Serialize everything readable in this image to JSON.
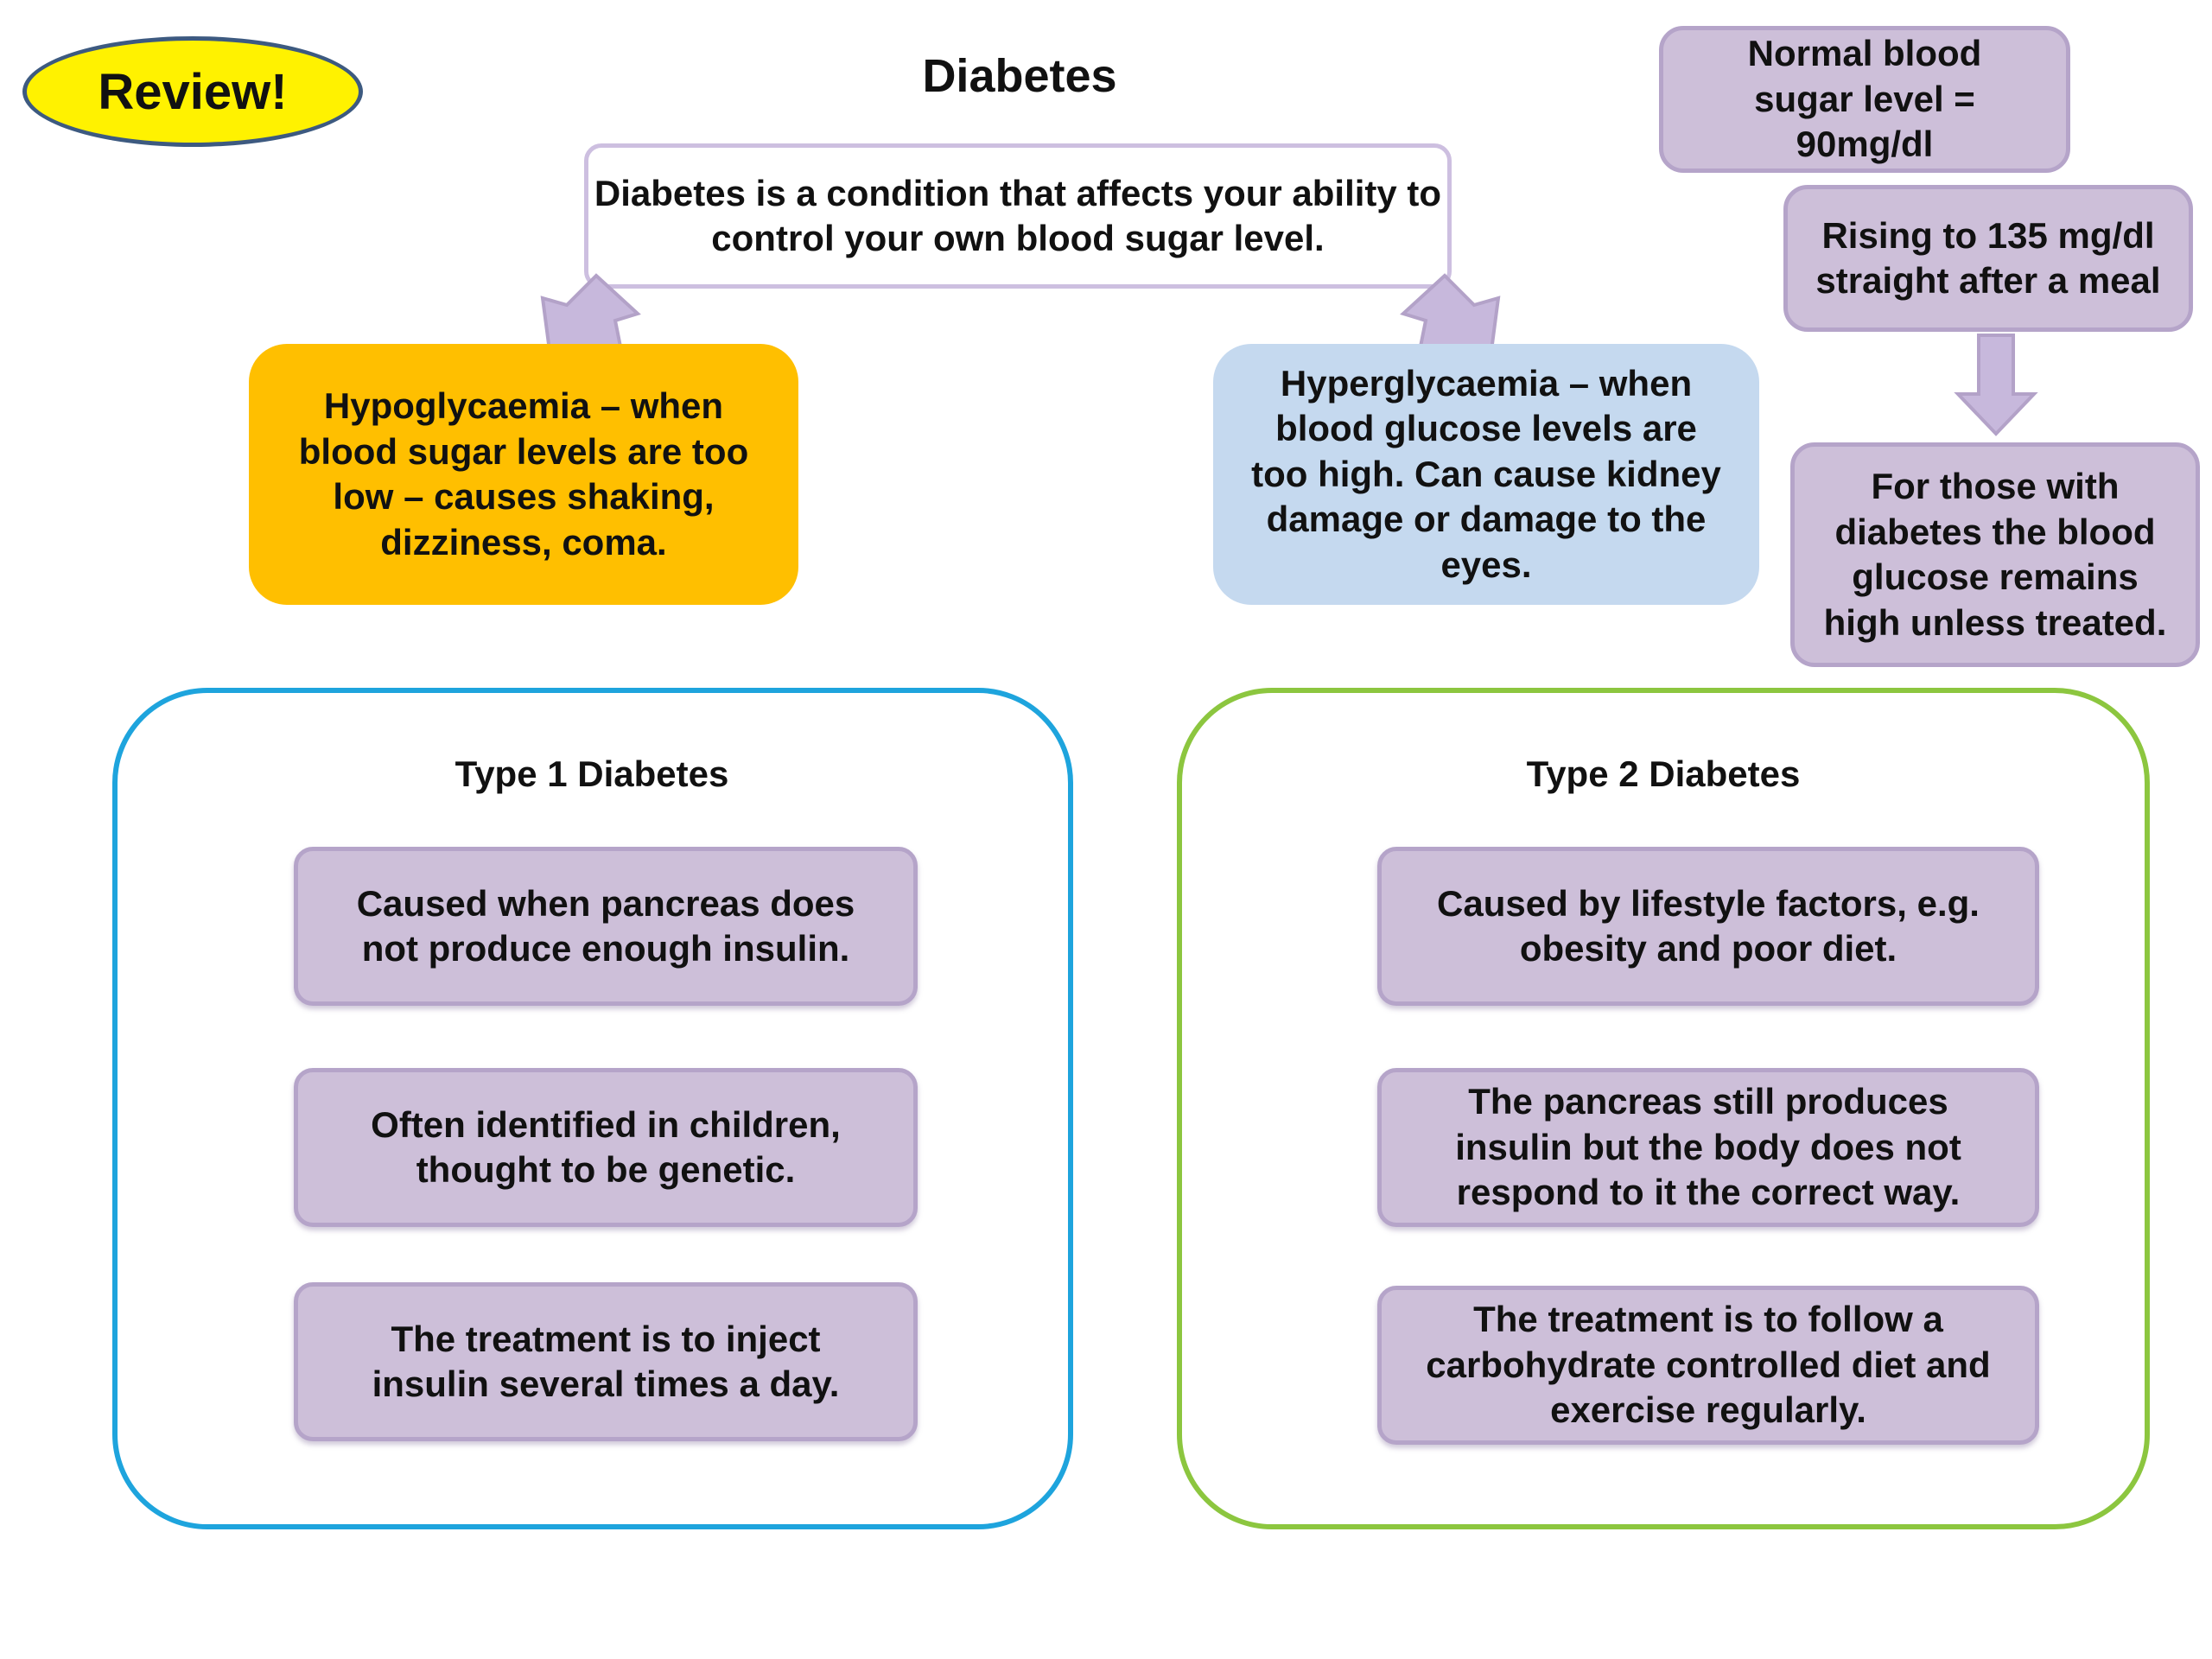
{
  "title": "Diabetes",
  "review_badge": "Review!",
  "definition": "Diabetes is a condition that affects your ability to control your own blood sugar level.",
  "hypoglycaemia": "Hypoglycaemia – when blood sugar levels are too low – causes shaking, dizziness, coma.",
  "hyperglycaemia": "Hyperglycaemia – when blood glucose levels are too high. Can cause kidney damage or damage to the eyes.",
  "sidebar": {
    "normal_level": "Normal blood sugar level = 90mg/dl",
    "rising": "Rising to 135 mg/dl straight after a meal",
    "remains_high": "For those with diabetes the blood glucose remains high unless treated."
  },
  "type1": {
    "title": "Type 1 Diabetes",
    "facts": [
      "Caused when pancreas does not produce enough insulin.",
      "Often identified in children, thought to be genetic.",
      "The treatment is to inject insulin several times a day."
    ]
  },
  "type2": {
    "title": "Type 2 Diabetes",
    "facts": [
      "Caused by lifestyle factors, e.g. obesity and poor diet.",
      "The pancreas still produces insulin but the body does not respond to it the correct way.",
      "The treatment is to follow a carbohydrate controlled diet and exercise regularly."
    ]
  },
  "colors": {
    "badge_fill": "#fff200",
    "hypo_fill": "#ffbf00",
    "hyper_fill": "#c5d9ef",
    "lilac_fill": "#cdbfd9",
    "type1_border": "#1ea4dd",
    "type2_border": "#8cc63f"
  }
}
